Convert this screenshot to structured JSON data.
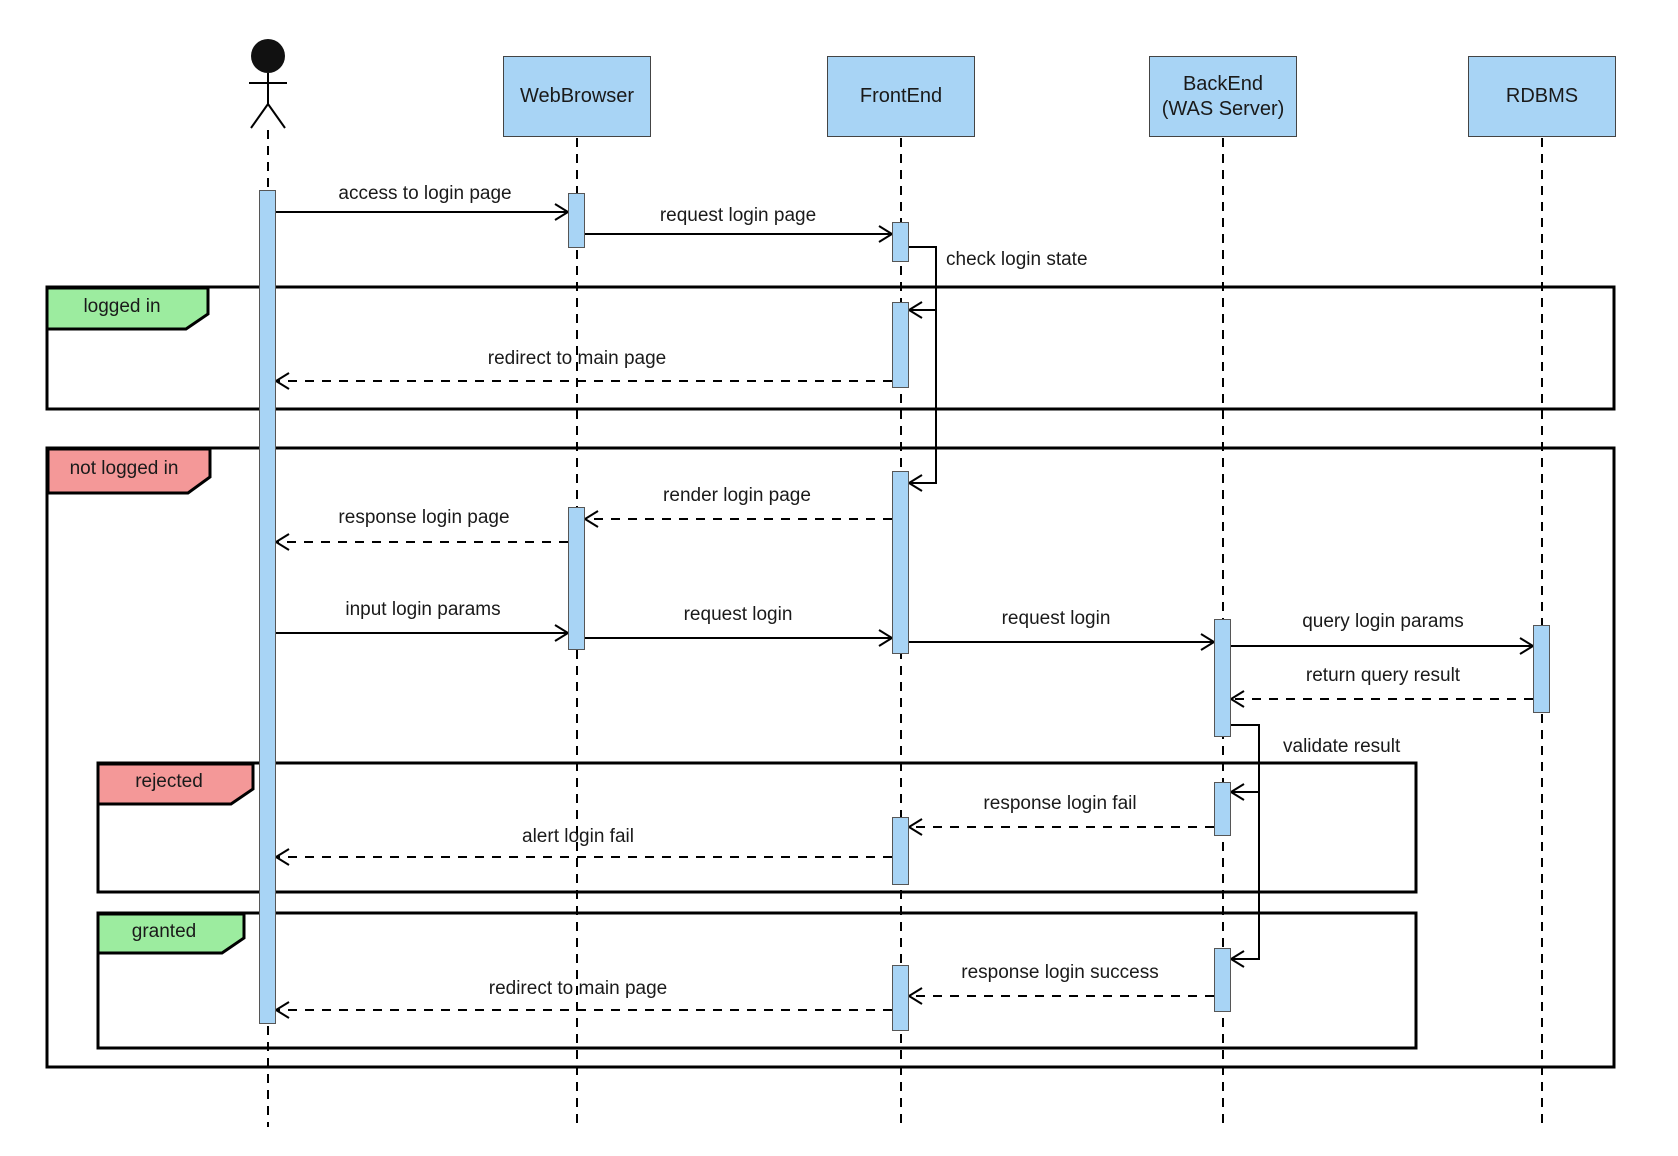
{
  "colors": {
    "participant_fill": "#A8D4F5",
    "participant_border": "#444444",
    "activation_fill": "#A8D4F5",
    "success_label_fill": "#9CEC9F",
    "fail_label_fill": "#F49898",
    "line": "#000000",
    "actor_head": "#111111"
  },
  "participants": [
    {
      "id": "user",
      "type": "actor",
      "label": ""
    },
    {
      "id": "webbrowser",
      "type": "object",
      "label": "WebBrowser"
    },
    {
      "id": "frontend",
      "type": "object",
      "label": "FrontEnd"
    },
    {
      "id": "backend",
      "type": "object",
      "label": "BackEnd",
      "sublabel": "(WAS Server)"
    },
    {
      "id": "rdbms",
      "type": "object",
      "label": "RDBMS"
    }
  ],
  "frames": [
    {
      "label": "logged in",
      "kind": "success"
    },
    {
      "label": "not logged in",
      "kind": "fail"
    },
    {
      "label": "rejected",
      "kind": "fail"
    },
    {
      "label": "granted",
      "kind": "success"
    }
  ],
  "messages": [
    {
      "label": "access to login page",
      "from": "user",
      "to": "webbrowser",
      "style": "solid"
    },
    {
      "label": "request login page",
      "from": "webbrowser",
      "to": "frontend",
      "style": "solid"
    },
    {
      "label": "check login state",
      "from": "frontend",
      "to": "frontend",
      "style": "self"
    },
    {
      "label": "redirect to main page",
      "from": "frontend",
      "to": "user",
      "style": "dashed"
    },
    {
      "label": "render login page",
      "from": "frontend",
      "to": "webbrowser",
      "style": "dashed"
    },
    {
      "label": "response login page",
      "from": "webbrowser",
      "to": "user",
      "style": "dashed"
    },
    {
      "label": "input login params",
      "from": "user",
      "to": "webbrowser",
      "style": "solid"
    },
    {
      "label": "request login",
      "from": "webbrowser",
      "to": "frontend",
      "style": "solid"
    },
    {
      "label": "request login",
      "from": "frontend",
      "to": "backend",
      "style": "solid"
    },
    {
      "label": "query login params",
      "from": "backend",
      "to": "rdbms",
      "style": "solid"
    },
    {
      "label": "return query result",
      "from": "rdbms",
      "to": "backend",
      "style": "dashed"
    },
    {
      "label": "validate result",
      "from": "backend",
      "to": "backend",
      "style": "self"
    },
    {
      "label": "response login fail",
      "from": "backend",
      "to": "frontend",
      "style": "dashed"
    },
    {
      "label": "alert login fail",
      "from": "frontend",
      "to": "user",
      "style": "dashed"
    },
    {
      "label": "response login success",
      "from": "backend",
      "to": "frontend",
      "style": "dashed"
    },
    {
      "label": "redirect to main page",
      "from": "frontend",
      "to": "user",
      "style": "dashed"
    }
  ]
}
